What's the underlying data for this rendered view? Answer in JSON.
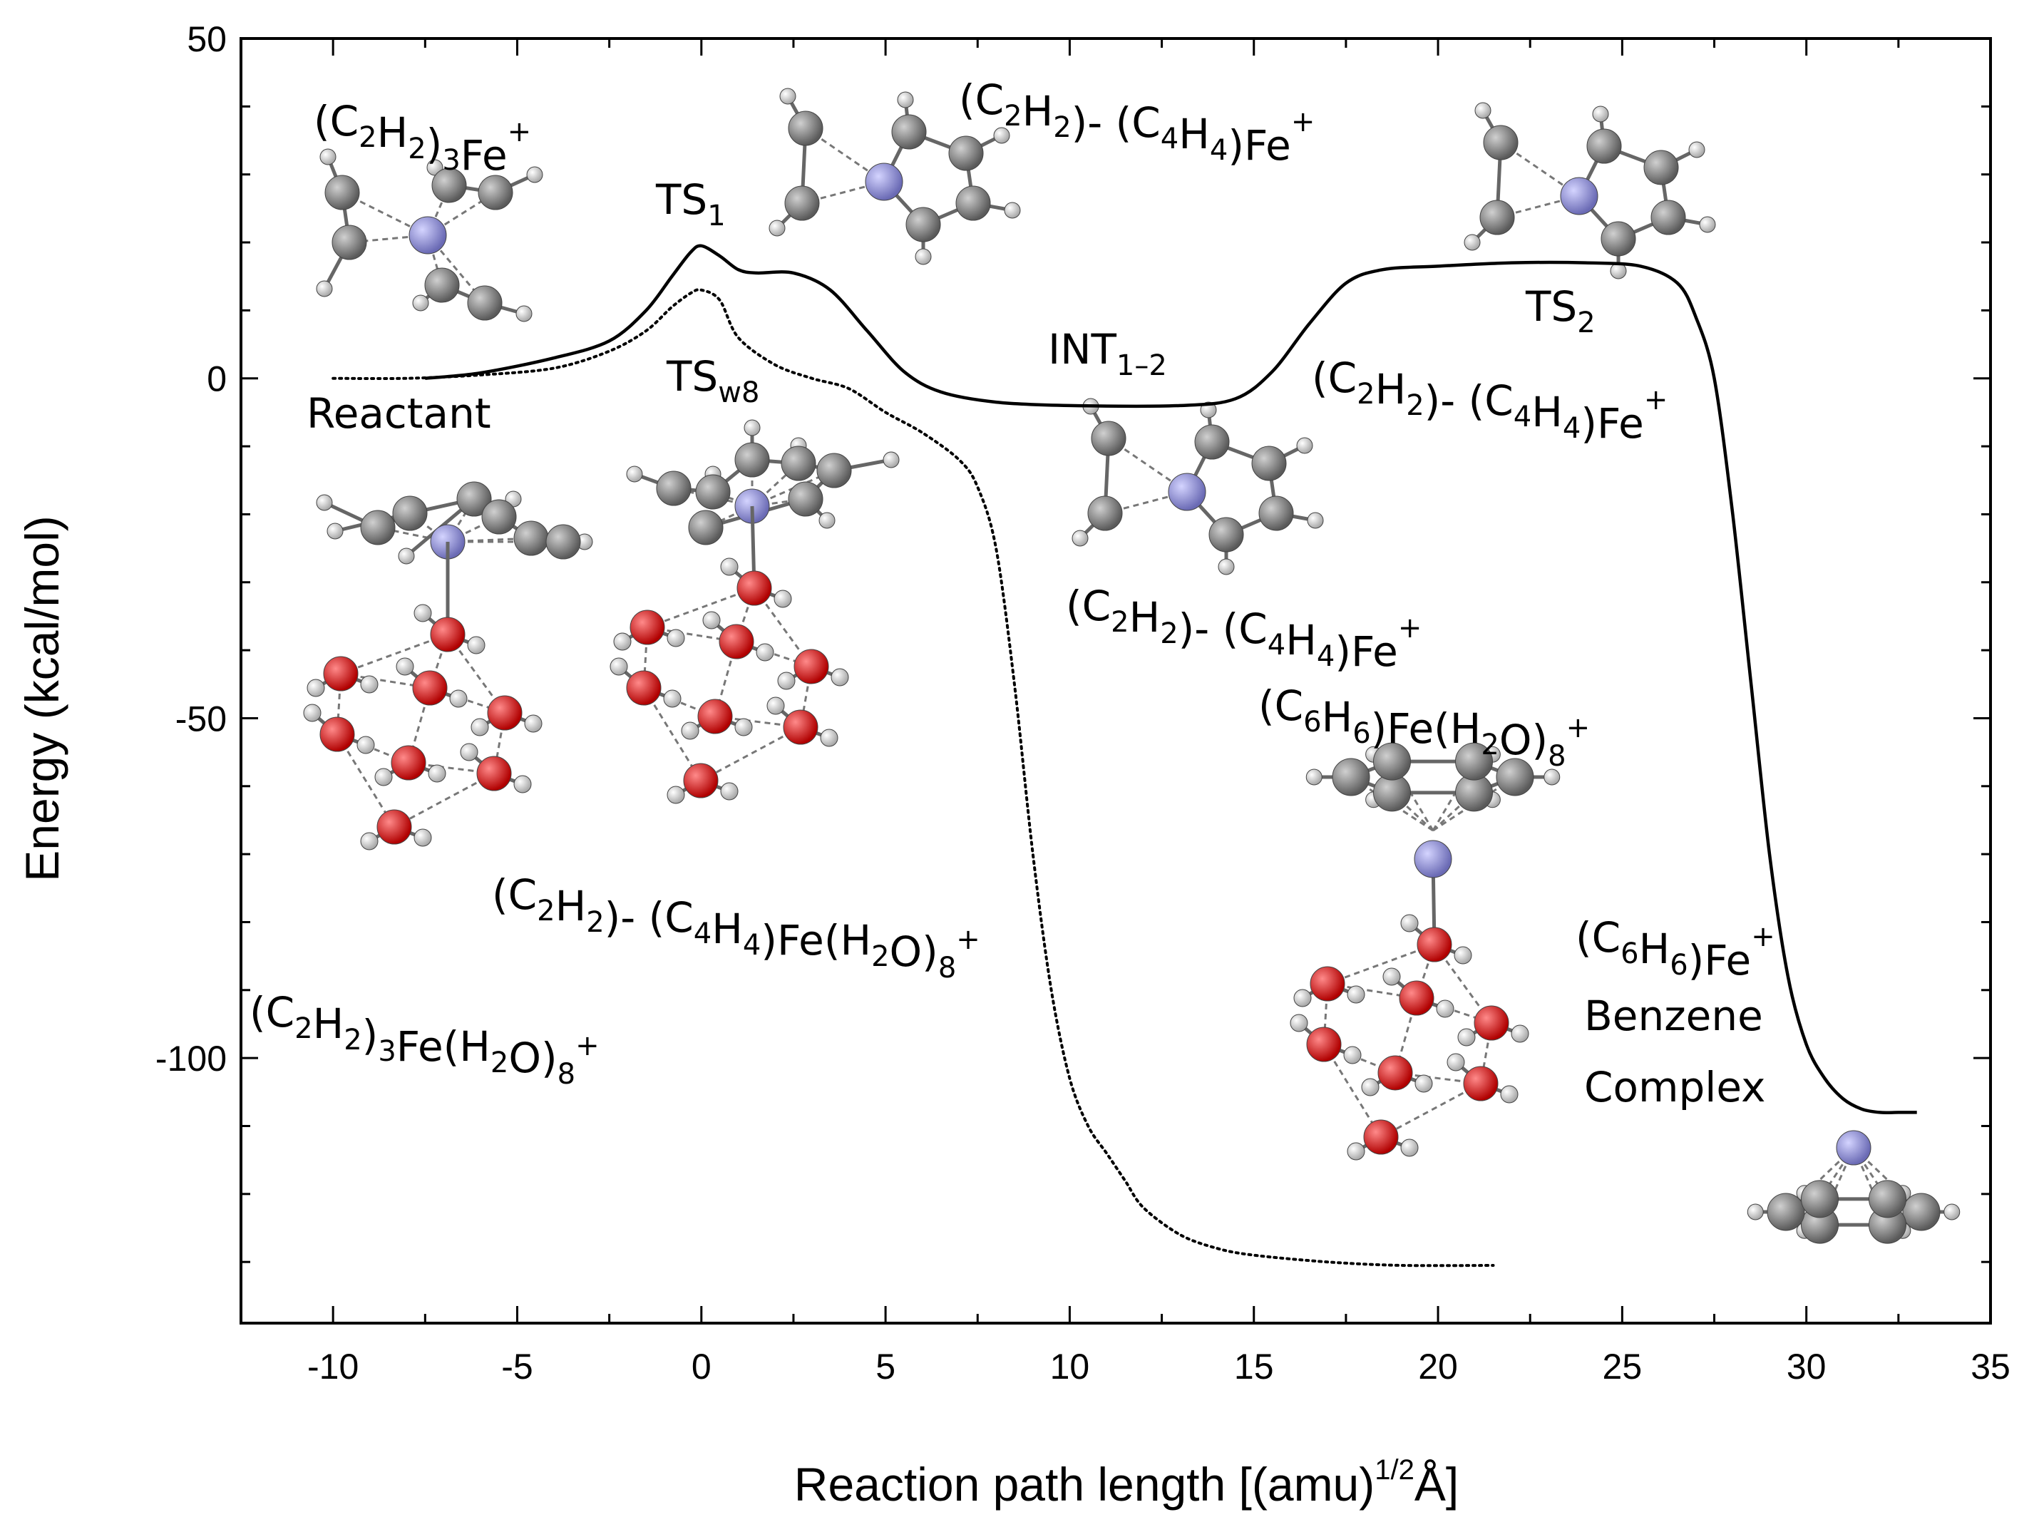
{
  "chart_data": {
    "type": "line",
    "xlabel": "Reaction path length [(amu)",
    "xlabel_sup": "1/2",
    "xlabel_tail": "Å]",
    "ylabel": "Energy (kcal/mol)",
    "xlim": [
      -12.5,
      35
    ],
    "ylim": [
      -139,
      50
    ],
    "x_ticks": [
      -10,
      -5,
      0,
      5,
      10,
      15,
      20,
      25,
      30,
      35
    ],
    "x_tick_labels": [
      "-10",
      "-5",
      "0",
      "5",
      "10",
      "15",
      "20",
      "25",
      "30",
      "35"
    ],
    "y_ticks": [
      -100,
      -50,
      0,
      50
    ],
    "y_tick_labels": [
      "-100",
      "-50",
      "0",
      "50"
    ],
    "grid": false,
    "series": [
      {
        "style": "solid",
        "x": [
          -7.5,
          -6,
          -4,
          -2.5,
          -1.5,
          -0.8,
          -0.3,
          0,
          0.5,
          1,
          1.5,
          2.5,
          3.5,
          4.5,
          5.5,
          6.5,
          8,
          10,
          13,
          14.5,
          15.5,
          16.5,
          17.5,
          18.5,
          20,
          22,
          24,
          25.5,
          26.5,
          27,
          27.5,
          28,
          28.5,
          29,
          29.5,
          30,
          30.5,
          31,
          31.5,
          32,
          32.5,
          33
        ],
        "y": [
          0,
          0.8,
          3,
          5.5,
          10,
          15,
          18.5,
          19.5,
          18,
          16,
          15.5,
          15.5,
          13,
          7,
          1,
          -2,
          -3.5,
          -4,
          -4,
          -3,
          1,
          8,
          14,
          16,
          16.5,
          17,
          17,
          16.5,
          14,
          9,
          0,
          -20,
          -45,
          -70,
          -88,
          -98,
          -103,
          -106,
          -107.5,
          -108,
          -108,
          -108
        ]
      },
      {
        "style": "dotted",
        "x": [
          -10,
          -8,
          -6,
          -4,
          -2.5,
          -1.5,
          -0.8,
          -0.3,
          0,
          0.5,
          1,
          2,
          3,
          4,
          5,
          6,
          7,
          7.5,
          8,
          8.5,
          9,
          9.5,
          10,
          10.5,
          11,
          11.5,
          12,
          13,
          14,
          15,
          17,
          19,
          21.5
        ],
        "y": [
          0,
          0,
          0.5,
          1.5,
          4,
          7,
          10.5,
          12.5,
          13,
          11.5,
          6,
          2,
          0,
          -1.5,
          -5,
          -8,
          -12,
          -16,
          -25,
          -45,
          -70,
          -90,
          -103,
          -110,
          -114,
          -118,
          -122,
          -126,
          -128,
          -129,
          -130,
          -130.5,
          -130.5
        ]
      }
    ],
    "annotations": [
      {
        "text": [
          [
            "(C"
          ],
          [
            "2",
            "sub"
          ],
          [
            "H"
          ],
          [
            "2",
            "sub"
          ],
          [
            ")"
          ],
          [
            "3",
            "sub"
          ],
          [
            "Fe"
          ],
          [
            "+",
            "sup"
          ]
        ]
      },
      {
        "text": [
          [
            "TS"
          ],
          [
            "1",
            "sub"
          ]
        ]
      },
      {
        "text": [
          [
            "(C"
          ],
          [
            "2",
            "sub"
          ],
          [
            "H"
          ],
          [
            "2",
            "sub"
          ],
          [
            ")- (C"
          ],
          [
            "4",
            "sub"
          ],
          [
            "H"
          ],
          [
            "4",
            "sub"
          ],
          [
            ")Fe"
          ],
          [
            "+",
            "sup"
          ]
        ]
      },
      {
        "text": [
          [
            "TS"
          ],
          [
            "w8",
            "sub"
          ]
        ]
      },
      {
        "text": [
          [
            "Reactant"
          ]
        ]
      },
      {
        "text": [
          [
            "INT"
          ],
          [
            "1–2",
            "sub"
          ]
        ]
      },
      {
        "text": [
          [
            "TS"
          ],
          [
            "2",
            "sub"
          ]
        ]
      },
      {
        "text": [
          [
            "(C"
          ],
          [
            "2",
            "sub"
          ],
          [
            "H"
          ],
          [
            "2",
            "sub"
          ],
          [
            ")- (C"
          ],
          [
            "4",
            "sub"
          ],
          [
            "H"
          ],
          [
            "4",
            "sub"
          ],
          [
            ")Fe"
          ],
          [
            "+",
            "sup"
          ]
        ]
      },
      {
        "text": [
          [
            "(C"
          ],
          [
            "2",
            "sub"
          ],
          [
            "H"
          ],
          [
            "2",
            "sub"
          ],
          [
            ")- (C"
          ],
          [
            "4",
            "sub"
          ],
          [
            "H"
          ],
          [
            "4",
            "sub"
          ],
          [
            ")Fe"
          ],
          [
            "+",
            "sup"
          ]
        ]
      },
      {
        "text": [
          [
            "(C"
          ],
          [
            "6",
            "sub"
          ],
          [
            "H"
          ],
          [
            "6",
            "sub"
          ],
          [
            ")Fe(H"
          ],
          [
            "2",
            "sub"
          ],
          [
            "O)"
          ],
          [
            "8",
            "sub"
          ],
          [
            "+",
            "sup"
          ]
        ]
      },
      {
        "text": [
          [
            "(C"
          ],
          [
            "2",
            "sub"
          ],
          [
            "H"
          ],
          [
            "2",
            "sub"
          ],
          [
            ")- (C"
          ],
          [
            "4",
            "sub"
          ],
          [
            "H"
          ],
          [
            "4",
            "sub"
          ],
          [
            ")Fe(H"
          ],
          [
            "2",
            "sub"
          ],
          [
            "O)"
          ],
          [
            "8",
            "sub"
          ],
          [
            "+",
            "sup"
          ]
        ]
      },
      {
        "text": [
          [
            "(C"
          ],
          [
            "6",
            "sub"
          ],
          [
            "H"
          ],
          [
            "6",
            "sub"
          ],
          [
            ")Fe"
          ],
          [
            "+",
            "sup"
          ]
        ]
      },
      {
        "text": [
          [
            "Benzene"
          ]
        ]
      },
      {
        "text": [
          [
            "Complex"
          ]
        ]
      },
      {
        "text": [
          [
            "(C"
          ],
          [
            "2",
            "sub"
          ],
          [
            "H"
          ],
          [
            "2",
            "sub"
          ],
          [
            ")"
          ],
          [
            "3",
            "sub"
          ],
          [
            "Fe(H"
          ],
          [
            "2",
            "sub"
          ],
          [
            "O)"
          ],
          [
            "8",
            "sub"
          ],
          [
            "+",
            "sup"
          ]
        ]
      }
    ]
  },
  "colors": {
    "axis": "#000000",
    "line": "#000000",
    "iron_atom": "#8c8cd0",
    "carbon_atom": "#8a8a8a",
    "hydrogen_atom": "#d8d8d8",
    "oxygen_atom": "#e00000"
  }
}
